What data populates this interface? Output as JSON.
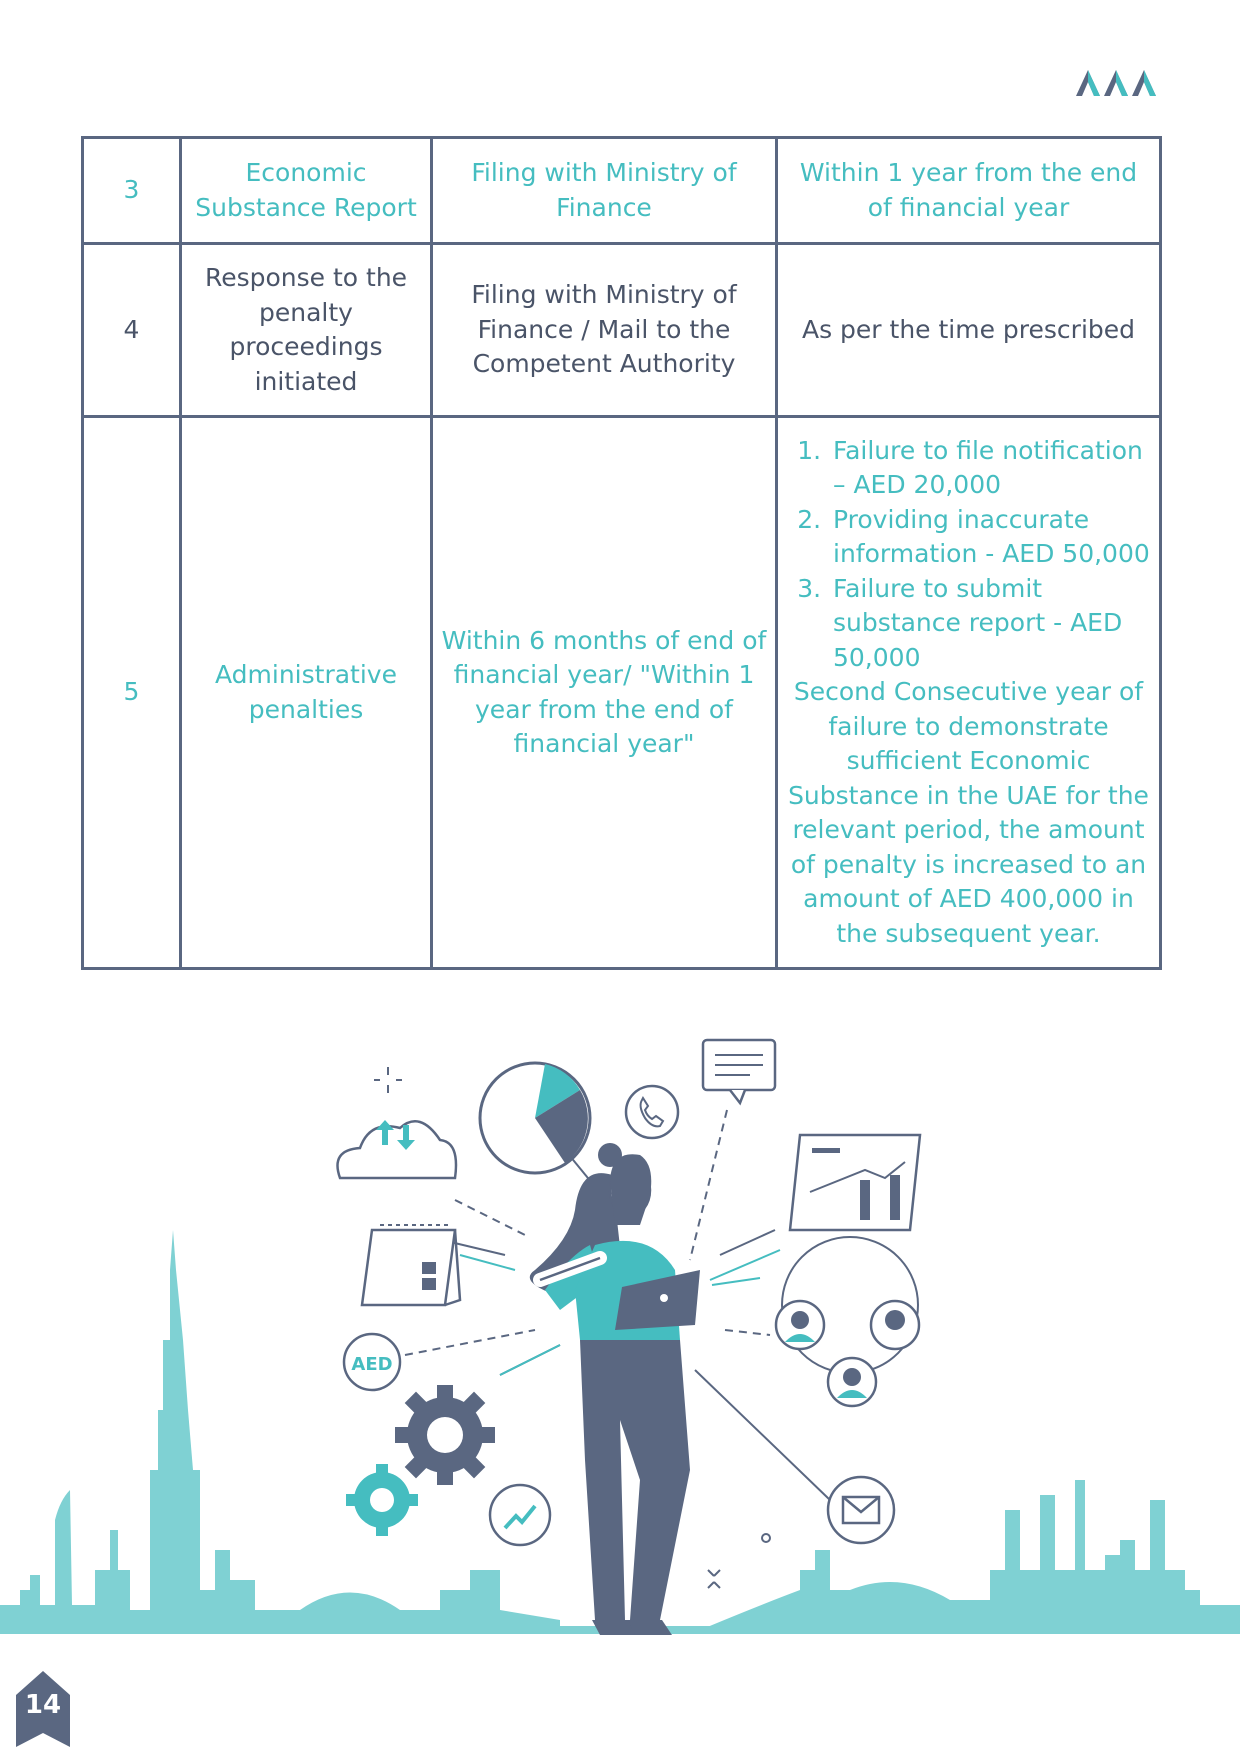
{
  "rows": [
    {
      "number": "3",
      "item": "Economic Substance Report",
      "action": "Filing with Ministry of Finance",
      "timeline": "Within 1 year from the end of financial year"
    },
    {
      "number": "4",
      "item": "Response to the penalty proceedings initiated",
      "action": "Filing with Ministry of Finance / Mail to the Competent Authority",
      "timeline": "As per the time prescribed"
    },
    {
      "number": "5",
      "item": "Administrative penalties",
      "action": "Within 6 months of end of financial year/ \"Within 1 year from the end of financial year\"",
      "penalties": [
        "Failure to file notification – AED 20,000",
        "Providing inaccurate information - AED 50,000",
        "Failure to submit substance report - AED 50,000"
      ],
      "penalty_note": "Second Consecutive year of failure to demonstrate sufficient Economic Substance in the UAE for the relevant period, the amount of penalty is increased to an amount of AED 400,000 in the subsequent year."
    }
  ],
  "illustration": {
    "currency_label": "AED"
  },
  "page_number": "14",
  "colors": {
    "teal": "#45bdc0",
    "text_dark": "#4a5468",
    "border": "#5a6781",
    "skyline": "#7fd1d3",
    "navy": "#5a6781"
  },
  "icons": [
    "logo-icon",
    "cloud-sync-icon",
    "calendar-icon",
    "currency-icon",
    "gear-icon",
    "pie-chart-icon",
    "phone-icon",
    "chat-icon",
    "analytics-icon",
    "team-icon",
    "mail-icon",
    "trend-icon",
    "sparkle-icon"
  ]
}
